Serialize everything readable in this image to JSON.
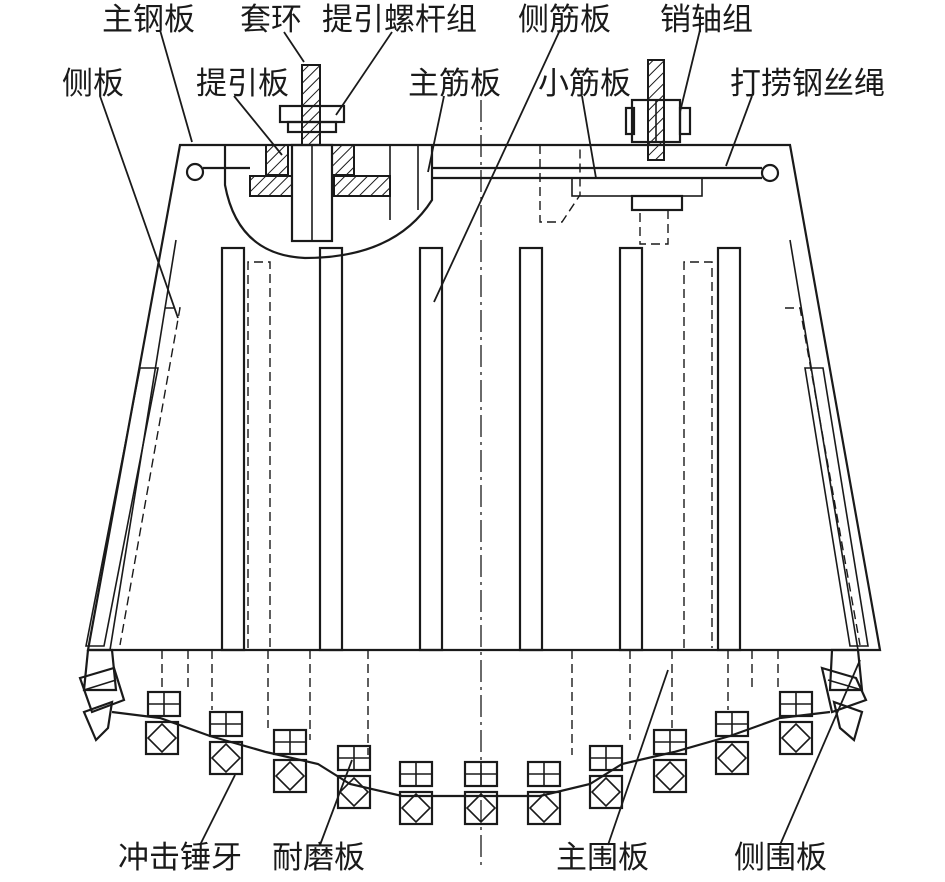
{
  "diagram": {
    "labels": {
      "main_steel_plate": "主钢板",
      "collar": "套环",
      "lifting_screw_group": "提引螺杆组",
      "side_rib_plate": "侧筋板",
      "pin_shaft_group": "销轴组",
      "side_plate": "侧板",
      "lifting_plate": "提引板",
      "main_rib_plate": "主筋板",
      "small_rib_plate": "小筋板",
      "fishing_wire_rope": "打捞钢丝绳",
      "impact_hammer_teeth": "冲击锤牙",
      "wear_plate": "耐磨板",
      "main_skirt_plate": "主围板",
      "side_skirt_plate": "侧围板"
    }
  }
}
